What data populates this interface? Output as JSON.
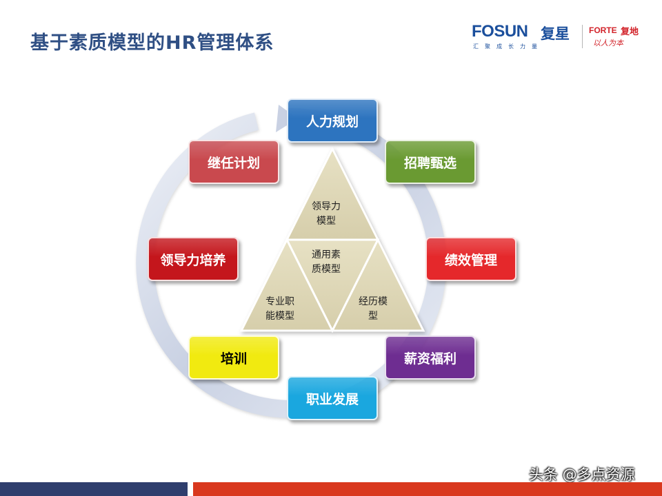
{
  "slide": {
    "title": "基于素质模型的HR管理体系"
  },
  "logos": {
    "fosun_name": "FOSUN",
    "fosun_cn": "复星",
    "fosun_tagline": "汇聚成长力量",
    "forte_name": "FORTE",
    "forte_cn": "复地",
    "forte_slogan": "以人为本"
  },
  "cycle": {
    "nodes": [
      {
        "label": "人力规划",
        "color": "#2d74bf"
      },
      {
        "label": "招聘甄选",
        "color": "#6a9a32"
      },
      {
        "label": "绩效管理",
        "color": "#e5282b"
      },
      {
        "label": "薪资福利",
        "color": "#6e2d91"
      },
      {
        "label": "职业发展",
        "color": "#1aa7df"
      },
      {
        "label": "培训",
        "color": "#f1ea10"
      },
      {
        "label": "领导力培养",
        "color": "#c4161c"
      },
      {
        "label": "继任计划",
        "color": "#c9494e"
      }
    ]
  },
  "triangle": {
    "top": [
      "领导力",
      "模型"
    ],
    "center": [
      "通用素",
      "质模型"
    ],
    "left": [
      "专业职",
      "能模型"
    ],
    "right": [
      "经历模",
      "型"
    ],
    "fill_color": "#ddd6b4"
  },
  "footer": {
    "watermark": "头条 @多点资源"
  }
}
